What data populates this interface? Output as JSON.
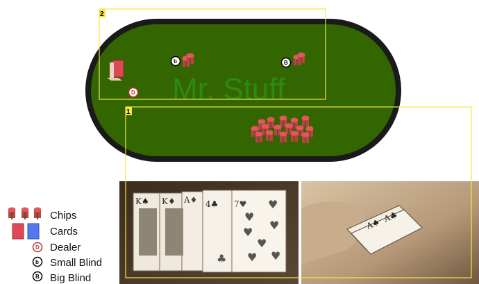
{
  "table": {
    "watermark": "Mr. Stuff",
    "felt_color": "#336600",
    "rail_color": "#1a1a1a"
  },
  "regions": [
    {
      "label": "2"
    },
    {
      "label": "1"
    }
  ],
  "markers": {
    "dealer": "D",
    "small_blind": "b",
    "big_blind": "B"
  },
  "legend": {
    "items": [
      {
        "icon": "chips-icon",
        "label": "Chips"
      },
      {
        "icon": "cards-icon",
        "label": "Cards"
      },
      {
        "icon": "dealer-button-icon",
        "symbol": "D",
        "label": "Dealer"
      },
      {
        "icon": "small-blind-button-icon",
        "symbol": "b",
        "label": "Small Blind"
      },
      {
        "icon": "big-blind-button-icon",
        "symbol": "B",
        "label": "Big Blind"
      }
    ]
  },
  "photos": {
    "hand_left": {
      "cards": [
        {
          "rank": "K",
          "suit": "♠"
        },
        {
          "rank": "K",
          "suit": "♦"
        },
        {
          "rank": "A",
          "suit": "♦"
        },
        {
          "rank": "4",
          "suit": "♣"
        },
        {
          "rank": "7",
          "suit": "♥"
        }
      ]
    },
    "hand_right": {
      "cards": [
        {
          "rank": "A",
          "suit": "♠"
        },
        {
          "rank": "A",
          "suit": "♣"
        }
      ]
    }
  },
  "colors": {
    "highlight": "#f5e642",
    "chip": "#d94a52",
    "card_red": "#e04858",
    "card_blue": "#5577ee"
  }
}
